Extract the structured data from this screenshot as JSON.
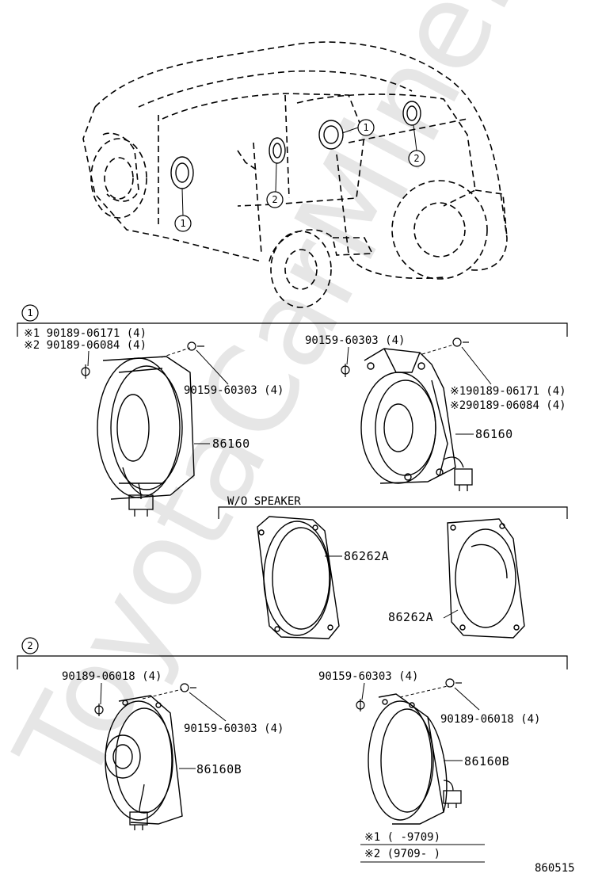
{
  "watermark": "ToyotaCarMine.ru",
  "callout_1": "1",
  "callout_2": "2",
  "section1": {
    "note_1": "※1 90189-06171 (4)",
    "note_2": "※2 90189-06084 (4)",
    "left_screw": "90159-60303 (4)",
    "left_speaker": "86160",
    "right_screw": "90159-60303 (4)",
    "right_note_1": "※190189-06171 (4)",
    "right_note_2": "※290189-06084 (4)",
    "right_speaker": "86160"
  },
  "wo_speaker": {
    "title": "W/O SPEAKER",
    "cover_a": "86262A",
    "cover_b": "86262A"
  },
  "section2": {
    "left_bolt": "90189-06018 (4)",
    "left_screw": "90159-60303 (4)",
    "left_speaker": "86160B",
    "right_screw": "90159-60303 (4)",
    "right_bolt": "90189-06018 (4)",
    "right_speaker": "86160B"
  },
  "legend": {
    "row_1": "※1 (      -9709)",
    "row_2": "※2 (9709-      )"
  },
  "diagram_id": "860515"
}
